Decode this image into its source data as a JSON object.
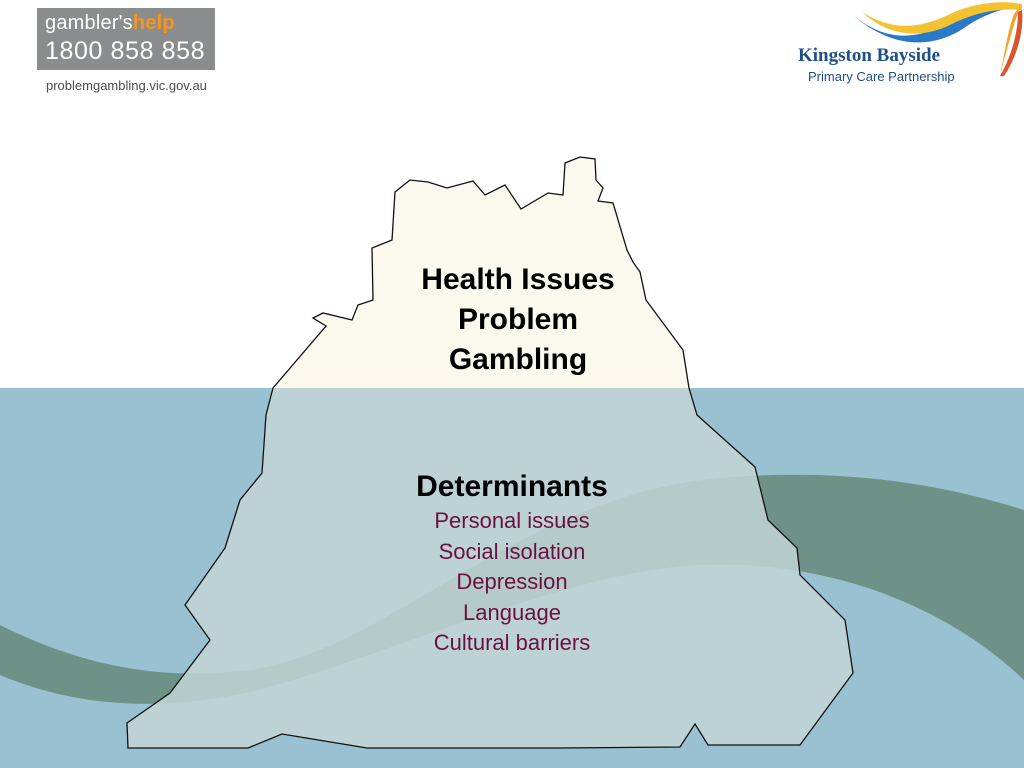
{
  "logos": {
    "gamblers_help": {
      "brand_prefix": "gambler's",
      "brand_suffix": "help",
      "phone": "1800 858 858",
      "url": "problemgambling.vic.gov.au"
    },
    "kingston_bayside": {
      "name": "Kingston Bayside",
      "subtitle": "Primary Care Partnership"
    }
  },
  "iceberg": {
    "tip_lines": [
      "Health Issues",
      "Problem",
      "Gambling"
    ],
    "submerged_title": "Determinants",
    "submerged_items": [
      "Personal issues",
      "Social isolation",
      "Depression",
      "Language",
      "Cultural barriers"
    ]
  },
  "colors": {
    "sea": "#9ac1d1",
    "iceberg_top": "#fbf8ee",
    "iceberg_under": "#c2d5d6",
    "band": "#6e9188",
    "item_text": "#6b1040",
    "help_orange": "#f7941d",
    "logo_gray": "#8b8c8e",
    "kingston_blue": "#1f4f8a"
  }
}
